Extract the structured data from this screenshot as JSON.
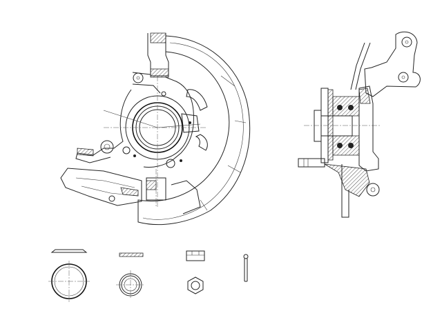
{
  "drawing": {
    "views": [
      "knuckle-front-view",
      "hub-section-view"
    ],
    "parts": [
      "dust-cap",
      "thrust-washer",
      "castle-nut",
      "cotter-pin"
    ]
  },
  "colors": {
    "line": "#222222",
    "background": "#ffffff"
  }
}
